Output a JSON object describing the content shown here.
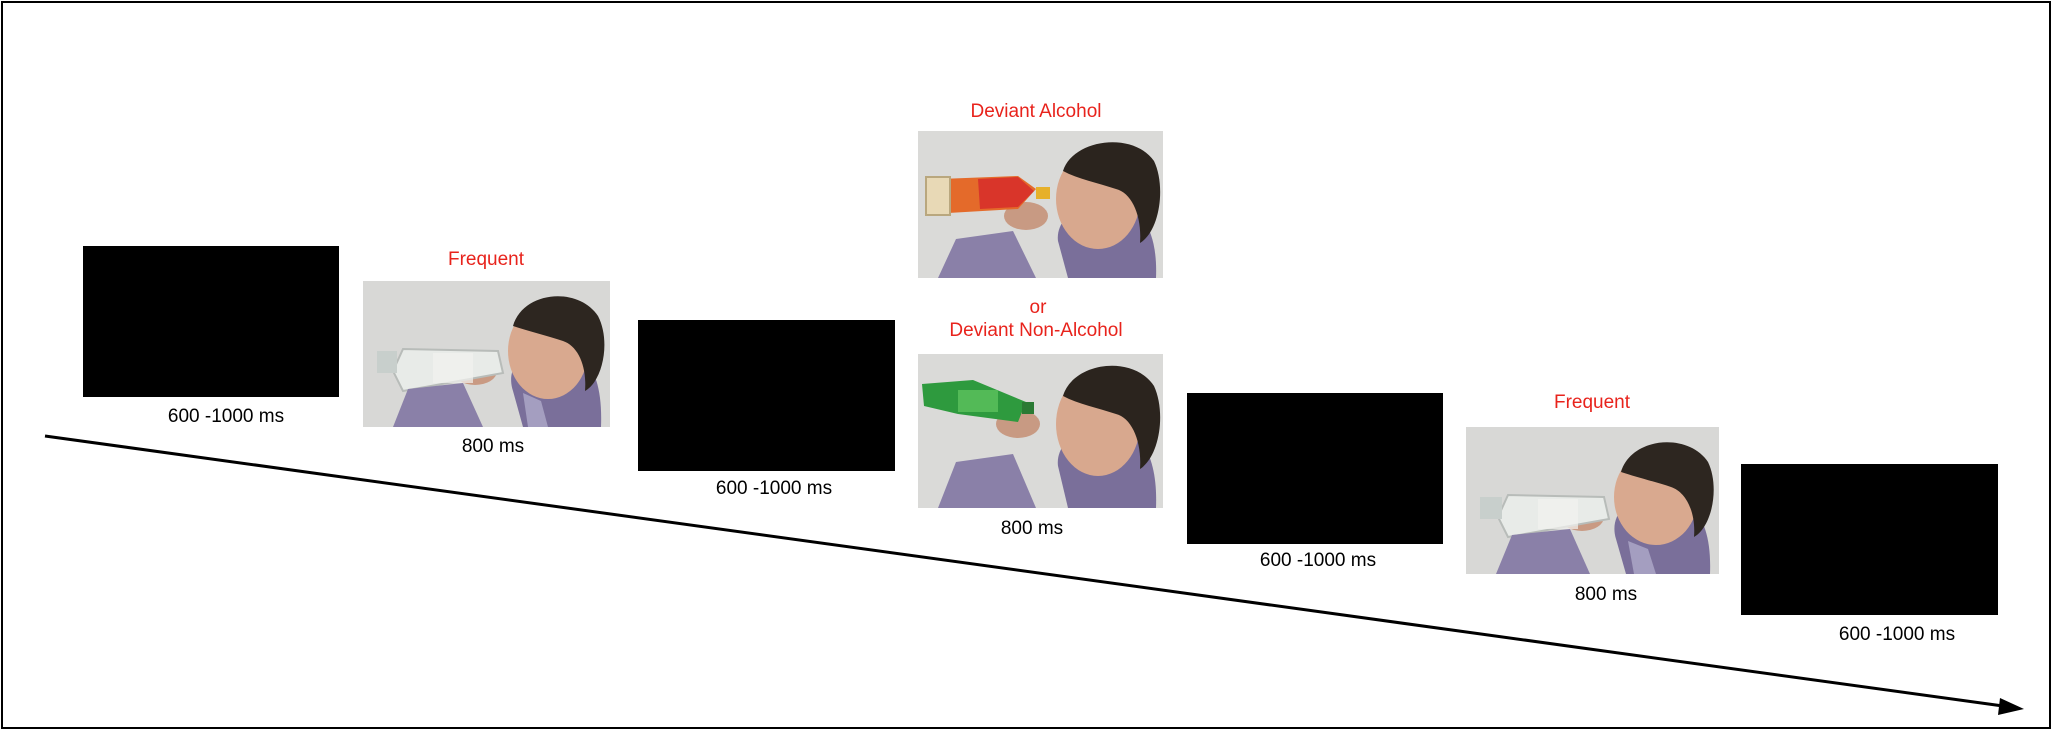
{
  "trial_sequence": [
    {
      "id": "isi1",
      "kind": "blank",
      "duration": "600 -1000 ms"
    },
    {
      "id": "stim1",
      "kind": "image",
      "condition": "Frequent",
      "drink": "water-bottle",
      "duration": "800 ms"
    },
    {
      "id": "isi2",
      "kind": "blank",
      "duration": "600 -1000 ms"
    },
    {
      "id": "stim2",
      "kind": "image-pair",
      "condition_top": "Deviant Alcohol",
      "connector": "or",
      "condition_bottom": "Deviant Non-Alcohol",
      "drink_top": "alcohol-bottle",
      "drink_bottom": "soda-bottle",
      "duration": "800 ms"
    },
    {
      "id": "isi3",
      "kind": "blank",
      "duration": "600 -1000 ms"
    },
    {
      "id": "stim3",
      "kind": "image",
      "condition": "Frequent",
      "drink": "water-bottle",
      "duration": "800 ms"
    },
    {
      "id": "isi4",
      "kind": "blank",
      "duration": "600 -1000 ms"
    }
  ],
  "colors": {
    "condition_label": "#e8231c",
    "blank_screen": "#000000",
    "timeline": "#000000"
  }
}
